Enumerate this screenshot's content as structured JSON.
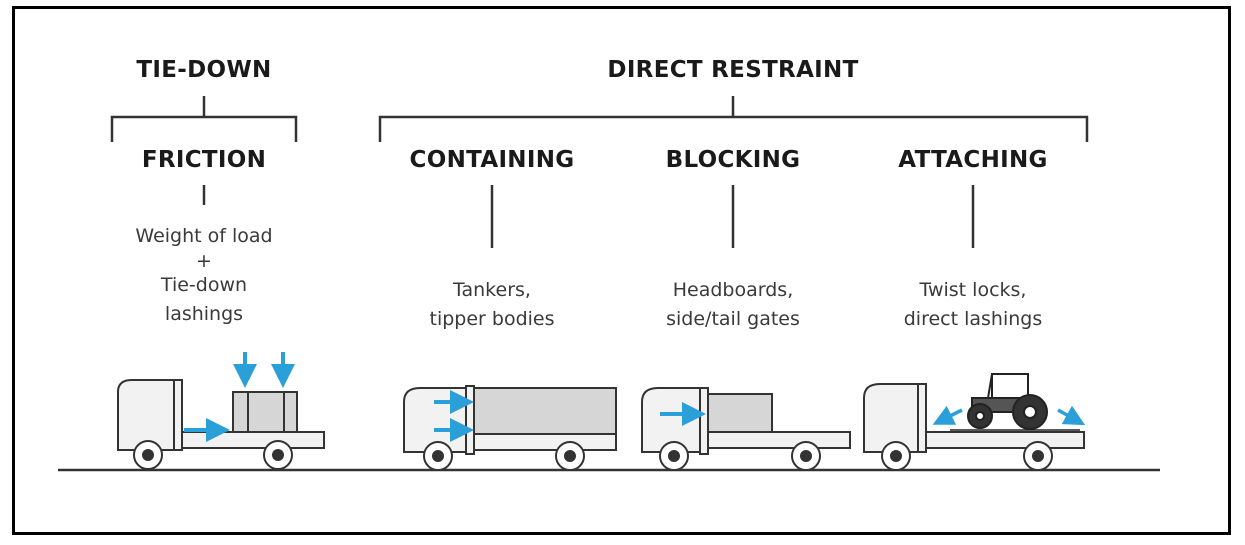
{
  "groups": {
    "tie_down": "TIE-DOWN",
    "direct_restraint": "DIRECT RESTRAINT"
  },
  "methods": [
    {
      "name": "FRICTION",
      "lines": [
        "Weight of load",
        "+",
        "Tie-down",
        "lashings"
      ]
    },
    {
      "name": "CONTAINING",
      "lines": [
        "Tankers,",
        "tipper bodies"
      ]
    },
    {
      "name": "BLOCKING",
      "lines": [
        "Headboards,",
        "side/tail gates"
      ]
    },
    {
      "name": "ATTACHING",
      "lines": [
        "Twist locks,",
        "direct lashings"
      ]
    }
  ],
  "colors": {
    "arrow": "#2a9fd8",
    "truck_fill": "#f2f2f2",
    "load_fill": "#d6d6d6",
    "line": "#333333"
  }
}
